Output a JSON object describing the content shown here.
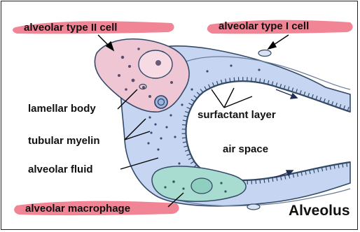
{
  "labels": {
    "type2": "alveolar type II cell",
    "type1": "alveolar type I cell",
    "lamellar": "lamellar body",
    "surfactant": "surfactant layer",
    "tubular": "tubular myelin",
    "airspace": "air space",
    "fluid": "alveolar fluid",
    "macrophage": "alveolar macrophage",
    "title": "Alveolus"
  },
  "colors": {
    "highlight": "#ee6f82",
    "cell_pink": "#efc6d4",
    "fluid_blue": "#c6d5f1",
    "macrophage_green": "#a9dcd0",
    "outline": "#334a66",
    "pointer": "#000000"
  }
}
